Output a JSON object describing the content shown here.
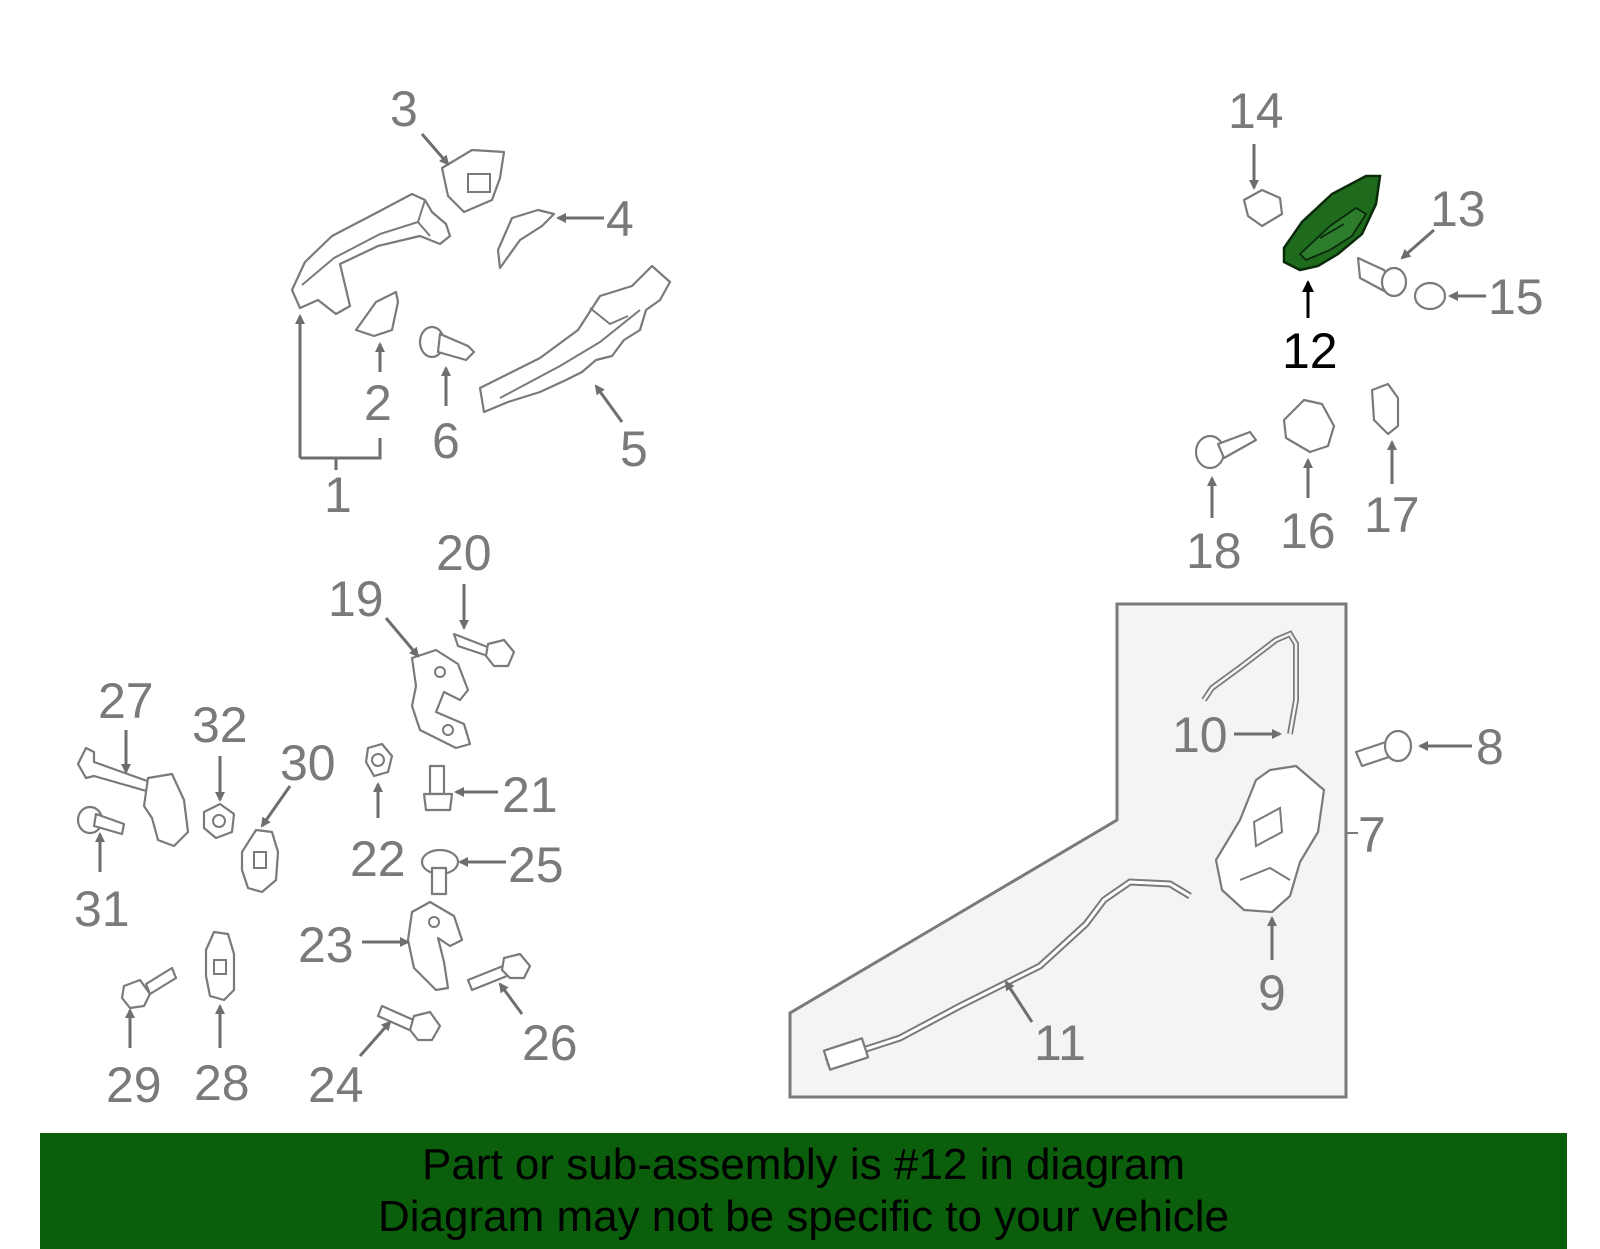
{
  "labels": {
    "p1": "1",
    "p2": "2",
    "p3": "3",
    "p4": "4",
    "p5": "5",
    "p6": "6",
    "p7": "7",
    "p8": "8",
    "p9": "9",
    "p10": "10",
    "p11": "11",
    "p12": "12",
    "p13": "13",
    "p14": "14",
    "p15": "15",
    "p16": "16",
    "p17": "17",
    "p18": "18",
    "p19": "19",
    "p20": "20",
    "p21": "21",
    "p22": "22",
    "p23": "23",
    "p24": "24",
    "p25": "25",
    "p26": "26",
    "p27": "27",
    "p28": "28",
    "p29": "29",
    "p30": "30",
    "p31": "31",
    "p32": "32"
  },
  "highlight_part": "12",
  "colors": {
    "part_outline": "#7a7a7a",
    "highlight_fill": "#1e6b1e",
    "banner_bg": "#0b5e0b",
    "assembly_box_bg": "#f4f4f4"
  },
  "banner": {
    "line1": "Part or sub-assembly is #12 in diagram",
    "line2": "Diagram may not be specific to your vehicle"
  }
}
